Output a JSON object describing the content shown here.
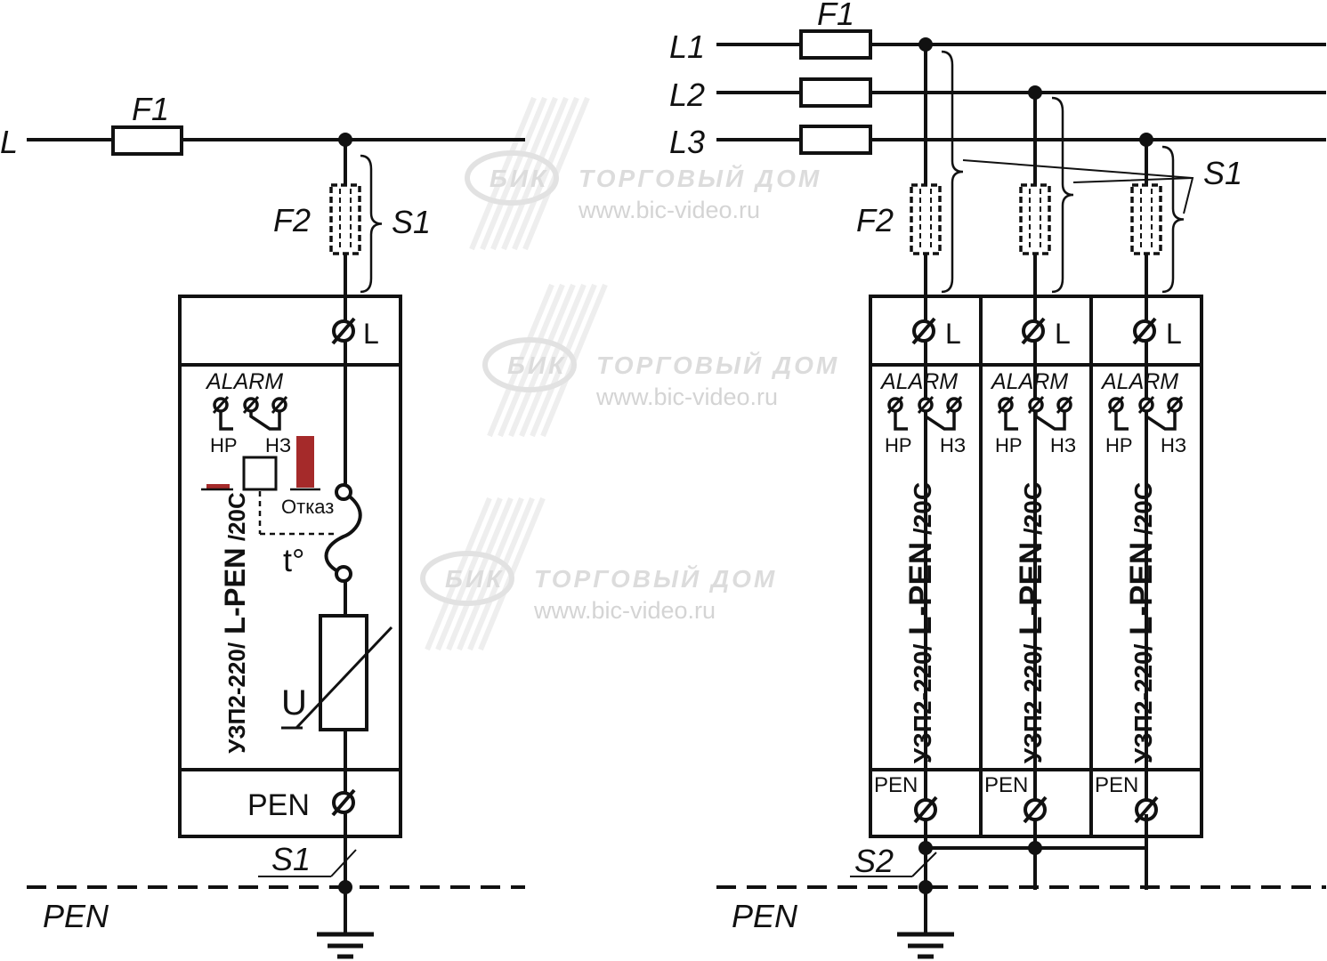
{
  "watermark": {
    "brand": "БИК",
    "company": "ТОРГОВЫЙ ДОМ",
    "url": "www.bic-video.ru"
  },
  "single_phase": {
    "line_label": "L",
    "fuse1_label": "F1",
    "fuse2_label": "F2",
    "switch_label": "S1",
    "switch_label_bottom": "S1",
    "pen_bus_label": "PEN",
    "module": {
      "terminal_top": "L",
      "alarm": "ALARM",
      "no_label": "НР",
      "nc_label": "НЗ",
      "fault_label": "Отказ",
      "thermal_label": "t°",
      "varistor_label": "U",
      "model": "УЗП2-220/",
      "model_bold": " L-PEN",
      "model_suffix": " /20C",
      "terminal_bottom": "PEN"
    },
    "indicator_color": "#a52a2a"
  },
  "three_phase": {
    "line_labels": [
      "L1",
      "L2",
      "L3"
    ],
    "fuse1_label": "F1",
    "fuse2_label": "F2",
    "switch_label": "S1",
    "switch2_label": "S2",
    "pen_bus_label": "PEN",
    "modules": [
      {
        "terminal_top": "L",
        "alarm": "ALARM",
        "no_label": "НР",
        "nc_label": "НЗ",
        "model": "УЗП2-220/",
        "model_bold": " L-PEN",
        "model_suffix": " /20C",
        "terminal_bottom": "PEN"
      },
      {
        "terminal_top": "L",
        "alarm": "ALARM",
        "no_label": "НР",
        "nc_label": "НЗ",
        "model": "УЗП2-220/",
        "model_bold": " L-PEN",
        "model_suffix": " /20C",
        "terminal_bottom": "PEN"
      },
      {
        "terminal_top": "L",
        "alarm": "ALARM",
        "no_label": "НР",
        "nc_label": "НЗ",
        "model": "УЗП2-220/",
        "model_bold": " L-PEN",
        "model_suffix": " /20C",
        "terminal_bottom": "PEN"
      }
    ]
  }
}
